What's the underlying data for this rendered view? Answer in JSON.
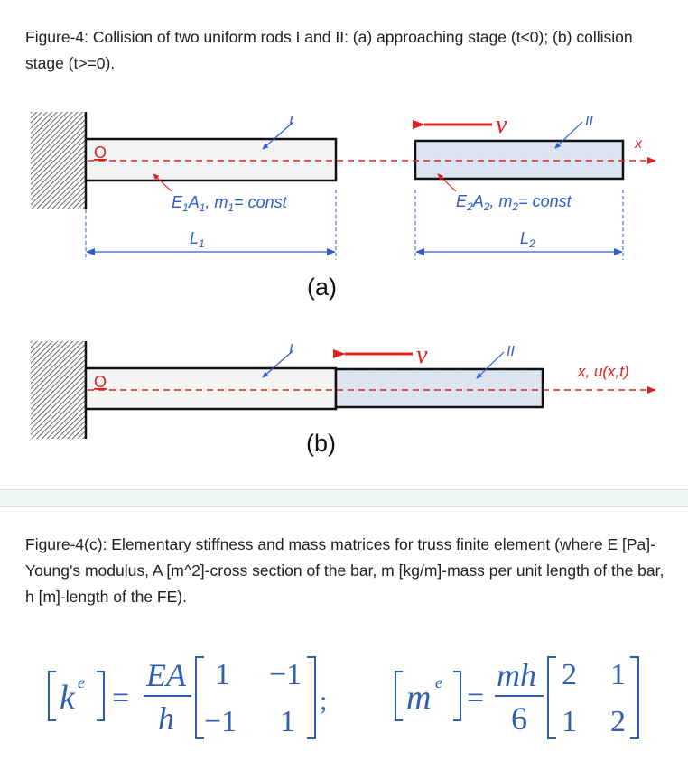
{
  "figure4": {
    "caption": "Figure-4: Collision of two uniform rods I and II: (a) approaching stage (t<0); (b) collision stage (t>=0).",
    "panel_a": {
      "origin": "O",
      "rod1_tag": "I",
      "rod2_tag": "II",
      "velocity": "v",
      "x_axis": "x",
      "rod1_props_E": "E",
      "rod1_props_E_sub": "1",
      "rod1_props_A": "A",
      "rod1_props_A_sub": "1",
      "rod1_props_m": "m",
      "rod1_props_m_sub": "1",
      "rod1_props_rest": "= const",
      "rod2_props_E": "E",
      "rod2_props_E_sub": "2",
      "rod2_props_A": "A",
      "rod2_props_A_sub": "2",
      "rod2_props_m": "m",
      "rod2_props_m_sub": "2",
      "rod2_props_rest": "= const",
      "length1": "L",
      "length1_sub": "1",
      "length2": "L",
      "length2_sub": "2",
      "label": "(a)"
    },
    "panel_b": {
      "origin": "O",
      "rod1_tag": "I",
      "rod2_tag": "II",
      "velocity": "v",
      "x_axis": "x, u(x,t)",
      "label": "(b)"
    }
  },
  "figure4c": {
    "caption": "Figure-4(c): Elementary stiffness and mass matrices for truss finite element (where E [Pa]-Young's modulus, A [m^2]-cross section of the bar, m [kg/m]-mass per unit length of the bar, h [m]-length of the FE).",
    "stiffness": {
      "symbol": "k",
      "superscript": "e",
      "numerator": "EA",
      "denominator": "h",
      "matrix": [
        [
          "1",
          "−1"
        ],
        [
          "−1",
          "1"
        ]
      ],
      "separator": ";"
    },
    "mass": {
      "symbol": "m",
      "superscript": "e",
      "numerator": "mh",
      "denominator": "6",
      "matrix": [
        [
          "2",
          "1"
        ],
        [
          "1",
          "2"
        ]
      ]
    }
  },
  "colors": {
    "red": "#e02020",
    "blue": "#2f5bd3",
    "rod2_fill": "#dde6f2",
    "rod1_fill": "#f4f4f4",
    "formula_blue": "#2f5fb0"
  }
}
